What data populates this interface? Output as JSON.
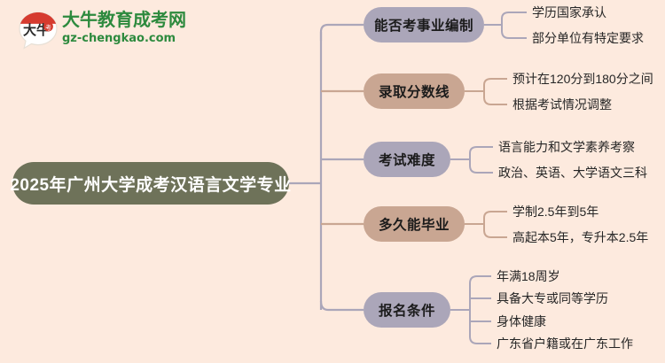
{
  "logo": {
    "mark_text": "大牛",
    "title": "大牛教育成考网",
    "subtitle": "gz-chengkao.com",
    "brand_color": "#2d8a3e",
    "mark_accent_color": "#d63b2f"
  },
  "colors": {
    "background": "#fdeade",
    "root_node": "#6e7259",
    "branch_purple": "#aba6b9",
    "branch_tan": "#c9a692",
    "text_dark": "#262626",
    "root_text": "#ffffff"
  },
  "mindmap": {
    "root": {
      "label": "2025年广州大学成考汉语言文学专业"
    },
    "branches": [
      {
        "label": "能否考事业编制",
        "color_key": "branch_purple",
        "leaves": [
          "学历国家承认",
          "部分单位有特定要求"
        ]
      },
      {
        "label": "录取分数线",
        "color_key": "branch_tan",
        "leaves": [
          "预计在120分到180分之间",
          "根据考试情况调整"
        ]
      },
      {
        "label": "考试难度",
        "color_key": "branch_purple",
        "leaves": [
          "语言能力和文学素养考察",
          "政治、英语、大学语文三科"
        ]
      },
      {
        "label": "多久能毕业",
        "color_key": "branch_tan",
        "leaves": [
          "学制2.5年到5年",
          "高起本5年，专升本2.5年"
        ]
      },
      {
        "label": "报名条件",
        "color_key": "branch_purple",
        "leaves": [
          "年满18周岁",
          "具备大专或同等学历",
          "身体健康",
          "广东省户籍或在广东工作"
        ]
      }
    ]
  }
}
